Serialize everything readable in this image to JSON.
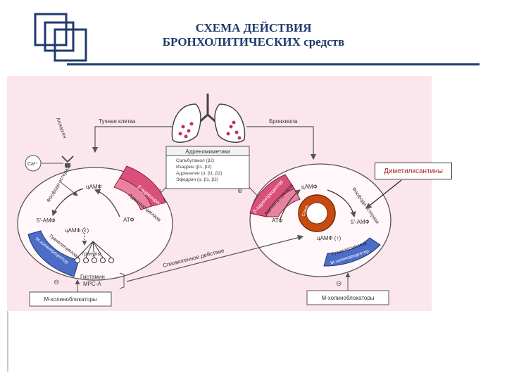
{
  "slide": {
    "title_line1": "СХЕМА ДЕЙСТВИЯ",
    "title_line2": "БРОНХОЛИТИЧЕСКИХ средств",
    "callout": "Диметилксантины"
  },
  "diagram": {
    "mast_cell": "Тучная клетка",
    "bronchiole": "Бронхиола",
    "adrenomimetics_title": "Адреномиметики",
    "adrenomimetics": [
      "Сальбутамол (β2)",
      "Изадрин (β1, β2)",
      "Адреналин (α, β1, β2)",
      "Эфедрин (α, β1, β2)"
    ],
    "allergen": "Аллерген",
    "ca": "Ca²⁺",
    "left_beta": "β-адренорецептор",
    "left_adenylate": "Аденилатциклаза",
    "right_beta": "β-адренорецептор",
    "right_adenylate": "Аденилатциклаза",
    "left_mcholin": "М-холинорецептор",
    "left_guanylate": "Гуанилатциклаза",
    "right_guanylate": "Гуанилатциклаза",
    "right_mcholin": "М-холинорецептор",
    "camp": "цАМФ",
    "camp_up": "цАМФ (↑)",
    "five_amp": "5'-АМФ",
    "atp": "АТФ",
    "granules": "Гранулы",
    "histamine": "Гистамин",
    "mrs_a": "МРС-А",
    "phosphodiesterase": "Фосфоди-эстераза",
    "spasmogenic": "Спазмогенное действие",
    "m_cholinoblockers_left": "М-холиноблокаторы",
    "m_cholinoblockers_right": "М-холиноблокаторы",
    "minus": "⊖",
    "plus": "⊕",
    "muscle": "Слизь"
  },
  "colors": {
    "title": "#1f3a6e",
    "panel_bg": "#fbe6ee",
    "accent_pink": "#d9507a",
    "accent_blue": "#4b6cc7",
    "callout_text": "#b32020"
  }
}
